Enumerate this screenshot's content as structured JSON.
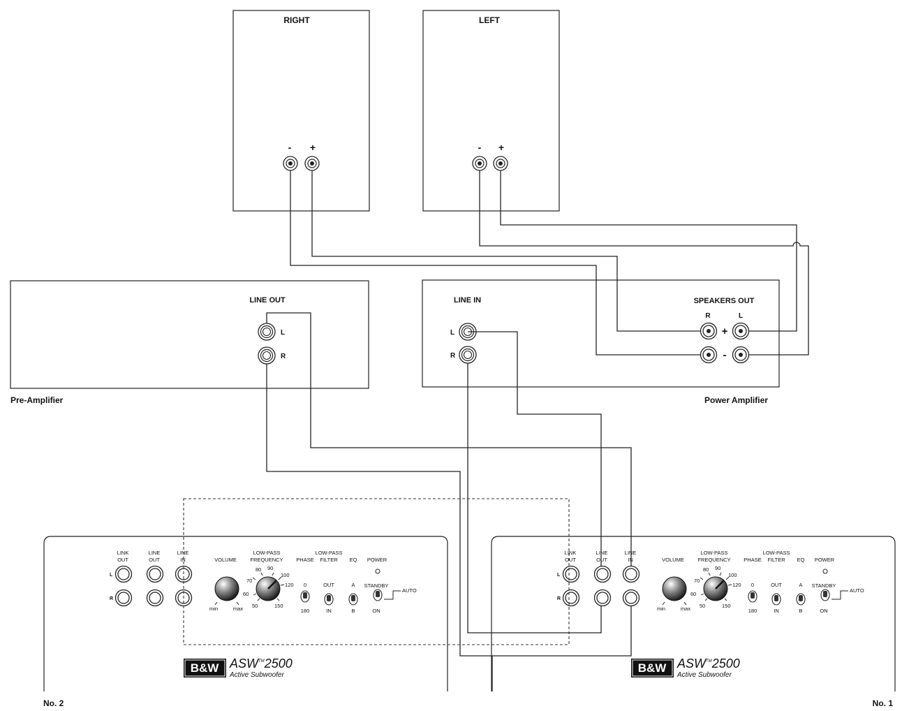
{
  "speakers": {
    "right": {
      "label": "RIGHT",
      "neg": "-",
      "pos": "+"
    },
    "left": {
      "label": "LEFT",
      "neg": "-",
      "pos": "+"
    }
  },
  "preamp": {
    "caption": "Pre-Amplifier",
    "line_out": "LINE OUT",
    "l": "L",
    "r": "R"
  },
  "poweramp": {
    "caption": "Power Amplifier",
    "line_in": "LINE IN",
    "speakers_out": "SPEAKERS OUT",
    "l_in": "L",
    "r_in": "R",
    "r_out": "R",
    "l_out": "L",
    "plus": "+",
    "minus": "-"
  },
  "subwoofer_panel": {
    "link_out": [
      "LINK",
      "OUT"
    ],
    "line_out": [
      "LINE",
      "OUT"
    ],
    "line_in": [
      "LINE",
      "IN"
    ],
    "row_l": "L",
    "row_r": "R",
    "volume": "VOLUME",
    "vol_min": "min",
    "vol_max": "max",
    "lowpass_freq": [
      "LOW-PASS",
      "FREQUENCY"
    ],
    "freq_marks": [
      "70",
      "80",
      "90",
      "100",
      "120",
      "60",
      "50",
      "150"
    ],
    "phase": "PHASE",
    "phase_top": "0",
    "phase_bottom": "180",
    "lowpass_filter": [
      "LOW-PASS",
      "FILTER"
    ],
    "filter_top": "OUT",
    "filter_bottom": "IN",
    "eq": "EQ",
    "eq_top": "A",
    "eq_bottom": "B",
    "power": "POWER",
    "standby": "STANDBY",
    "on": "ON",
    "auto": "AUTO",
    "brand": "B&W",
    "model_prefix": "ASW",
    "model_tm": "TM",
    "model_number": "2500",
    "subtitle": "Active Subwoofer"
  },
  "sub2": {
    "label": "No. 2"
  },
  "sub1": {
    "label": "No. 1"
  }
}
